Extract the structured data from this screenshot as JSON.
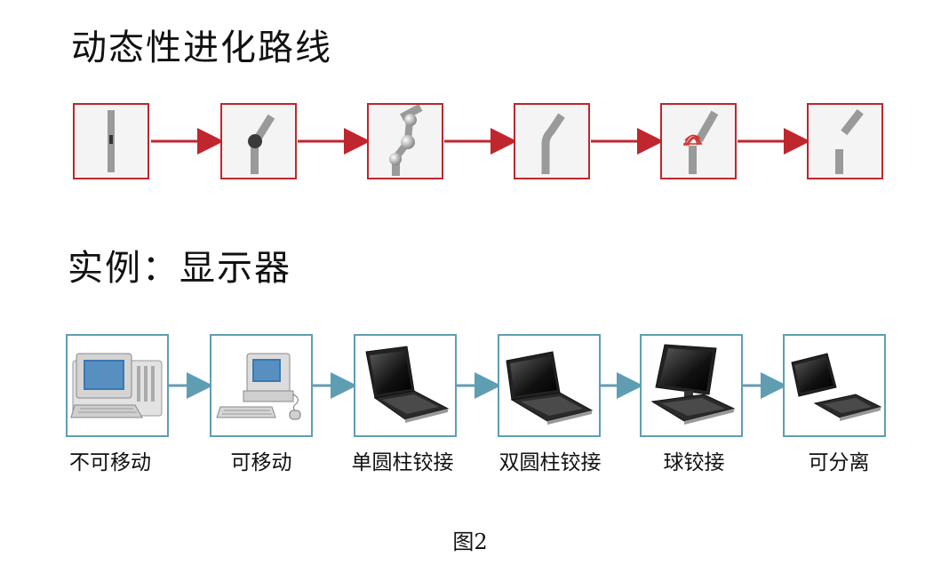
{
  "titles": {
    "evolution_route": "动态性进化路线",
    "example": "实例：显示器"
  },
  "evolution_stages": [
    "rigid-bar",
    "single-joint",
    "multi-joint",
    "flexible-bend",
    "elastic-flexible",
    "separated"
  ],
  "example_items": [
    {
      "label": "不可移动",
      "icon": "fixed-desktop-computer-icon"
    },
    {
      "label": "可移动",
      "icon": "movable-desktop-computer-icon"
    },
    {
      "label": "单圆柱铰接",
      "icon": "laptop-single-hinge-icon"
    },
    {
      "label": "双圆柱铰接",
      "icon": "laptop-double-hinge-icon"
    },
    {
      "label": "球铰接",
      "icon": "laptop-ball-joint-icon"
    },
    {
      "label": "可分离",
      "icon": "laptop-detachable-icon"
    }
  ],
  "caption": "图2",
  "colors": {
    "red_accent": "#c0262d",
    "blue_accent": "#5f9eb2",
    "bar_gray": "#9a9a9a"
  }
}
